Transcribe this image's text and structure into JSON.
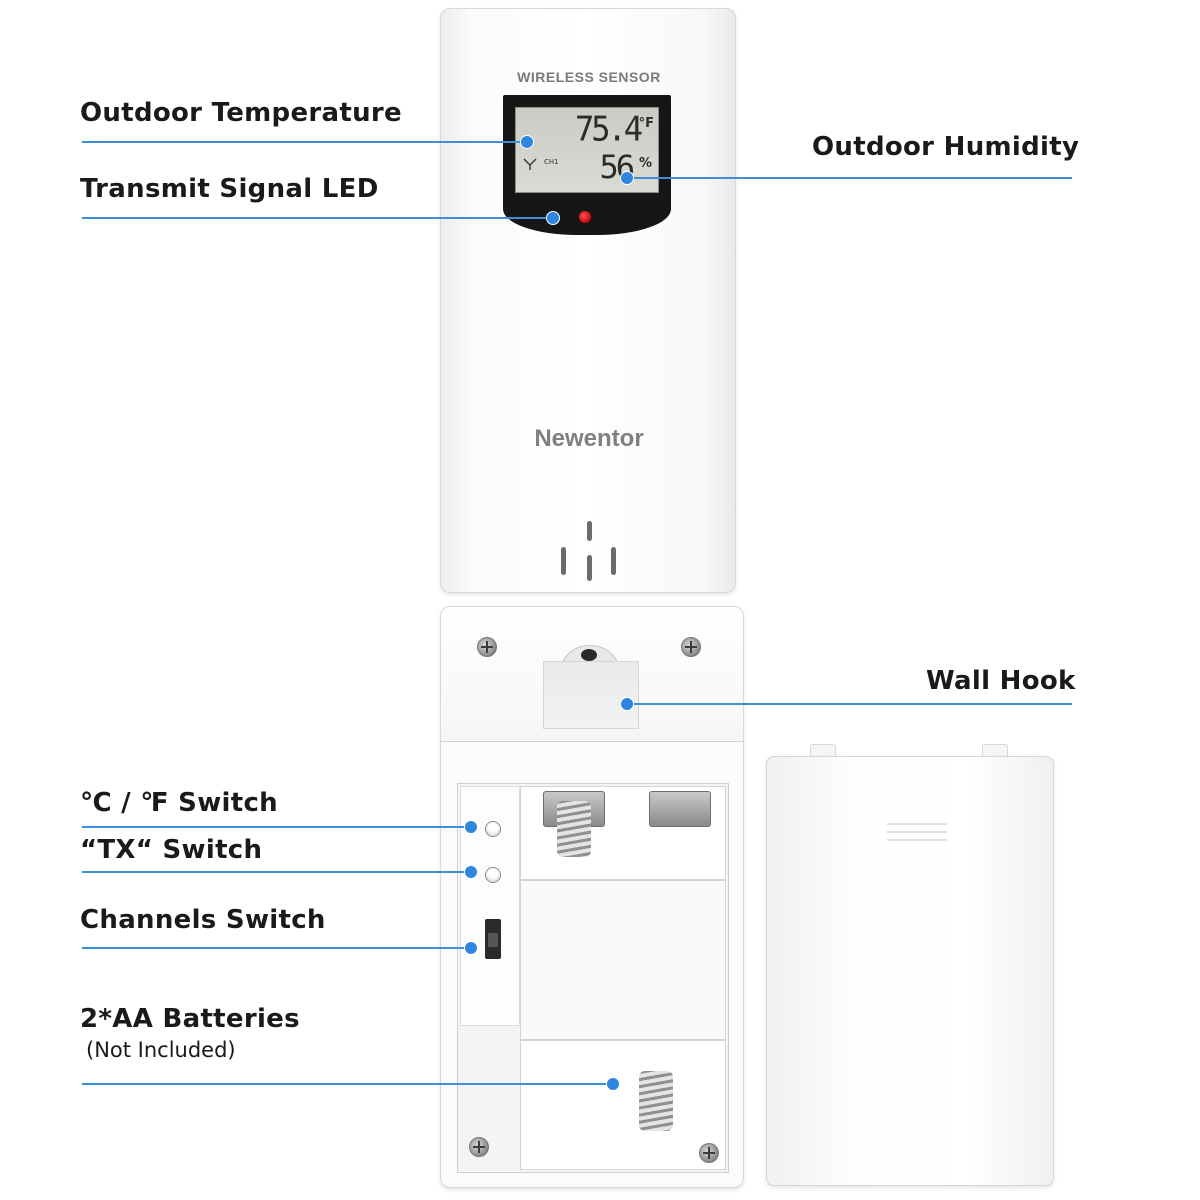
{
  "device": {
    "sensor_title": "WIRELESS SENSOR",
    "brand": "Newentor",
    "lcd": {
      "temperature": "75.4",
      "temperature_unit": "°F",
      "humidity": "56",
      "humidity_unit": "%",
      "channel": "CH1"
    }
  },
  "annotations": {
    "outdoor_temperature": "Outdoor Temperature",
    "transmit_signal_led": "Transmit Signal LED",
    "outdoor_humidity": "Outdoor Humidity",
    "wall_hook": "Wall Hook",
    "unit_switch": "℃ / ℉ Switch",
    "tx_switch": "“TX“ Switch",
    "channels_switch": "Channels Switch",
    "batteries": "2*AA Batteries",
    "batteries_note": "(Not Included)"
  },
  "colors": {
    "annotation_line": "#3f8fd6",
    "annotation_dot": "#2e86de",
    "led": "#d01010"
  }
}
